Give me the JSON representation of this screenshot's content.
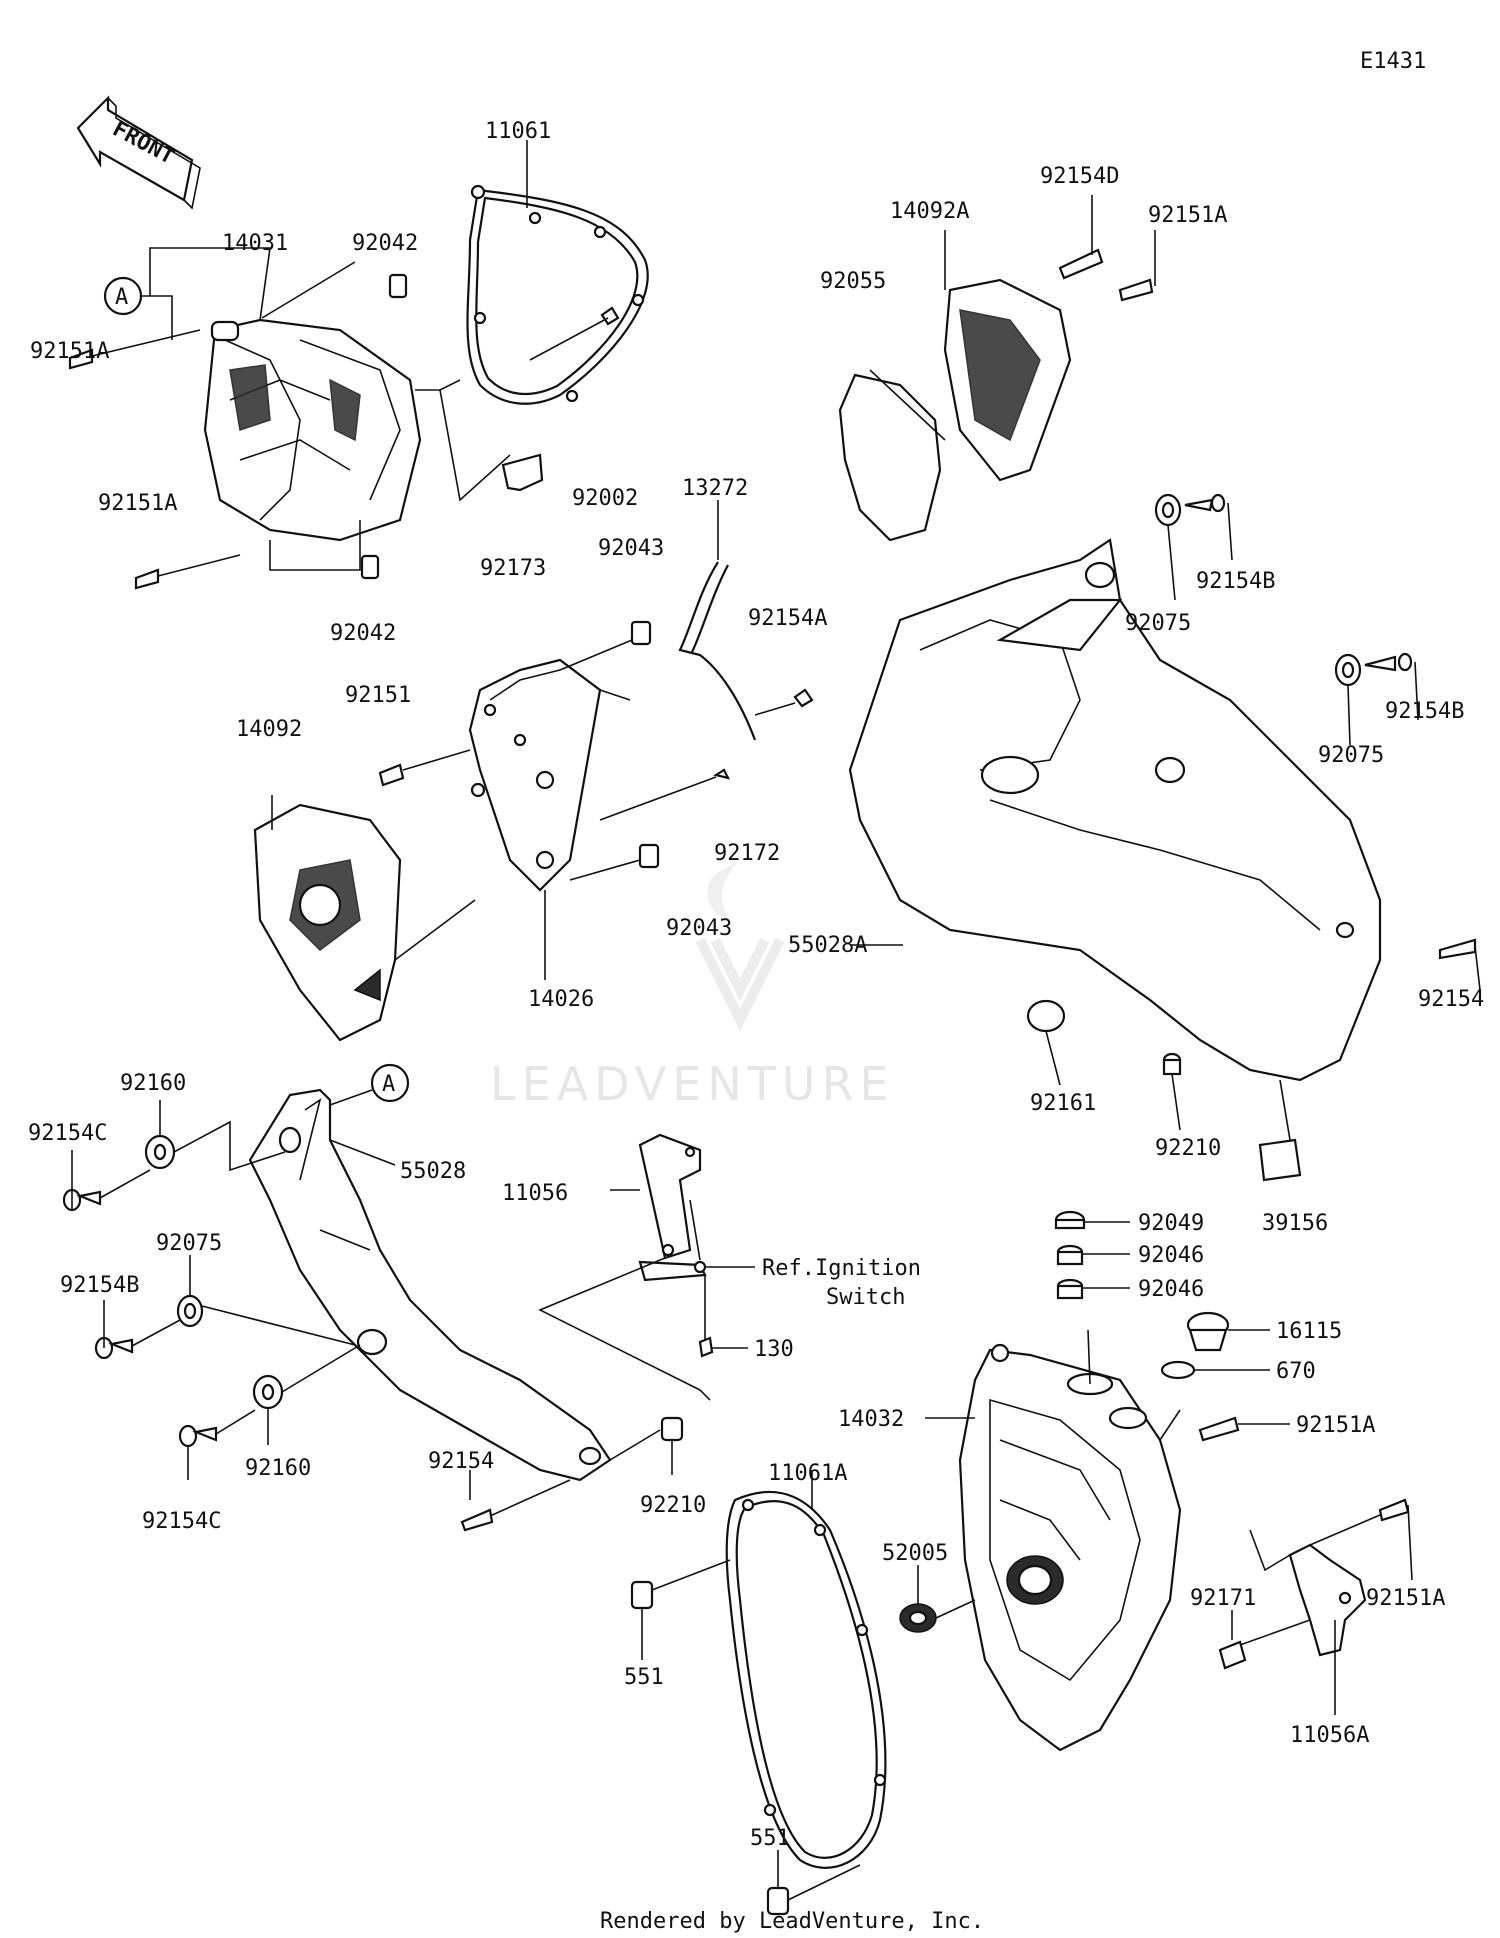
{
  "diagram_code": "E1431",
  "front_label": "FRONT",
  "callout": "A",
  "watermark": "LEADVENTURE",
  "footer": "Rendered by LeadVenture, Inc.",
  "reference_note": [
    "Ref.Ignition",
    "Switch"
  ],
  "parts": {
    "p11061": "11061",
    "p14031": "14031",
    "p92042_top": "92042",
    "p92151A_1": "92151A",
    "p92151A_2": "92151A",
    "p92002": "92002",
    "p92173": "92173",
    "p92042_bot": "92042",
    "p13272": "13272",
    "p92043_top": "92043",
    "p92154A": "92154A",
    "p92151": "92151",
    "p14092": "14092",
    "p92172": "92172",
    "p92043_bot": "92043",
    "p14026": "14026",
    "p92154D": "92154D",
    "p14092A": "14092A",
    "p92151A_3": "92151A",
    "p92055": "92055",
    "p92154B_1": "92154B",
    "p92075_1": "92075",
    "p92154B_2": "92154B",
    "p92075_2": "92075",
    "p55028A": "55028A",
    "p92154_r": "92154",
    "p92161": "92161",
    "p92210_r": "92210",
    "p39156": "39156",
    "p92160_1": "92160",
    "p92154C_1": "92154C",
    "p55028": "55028",
    "p92075_3": "92075",
    "p92154B_3": "92154B",
    "p92160_2": "92160",
    "p92154C_2": "92154C",
    "p92154_l": "92154",
    "p92210_l": "92210",
    "p11056": "11056",
    "p130": "130",
    "p92049": "92049",
    "p92046_1": "92046",
    "p92046_2": "92046",
    "p16115": "16115",
    "p670": "670",
    "p14032": "14032",
    "p92151A_4": "92151A",
    "p11061A": "11061A",
    "p52005": "52005",
    "p551_1": "551",
    "p92171": "92171",
    "p92151A_5": "92151A",
    "p11056A": "11056A",
    "p551_2": "551"
  }
}
